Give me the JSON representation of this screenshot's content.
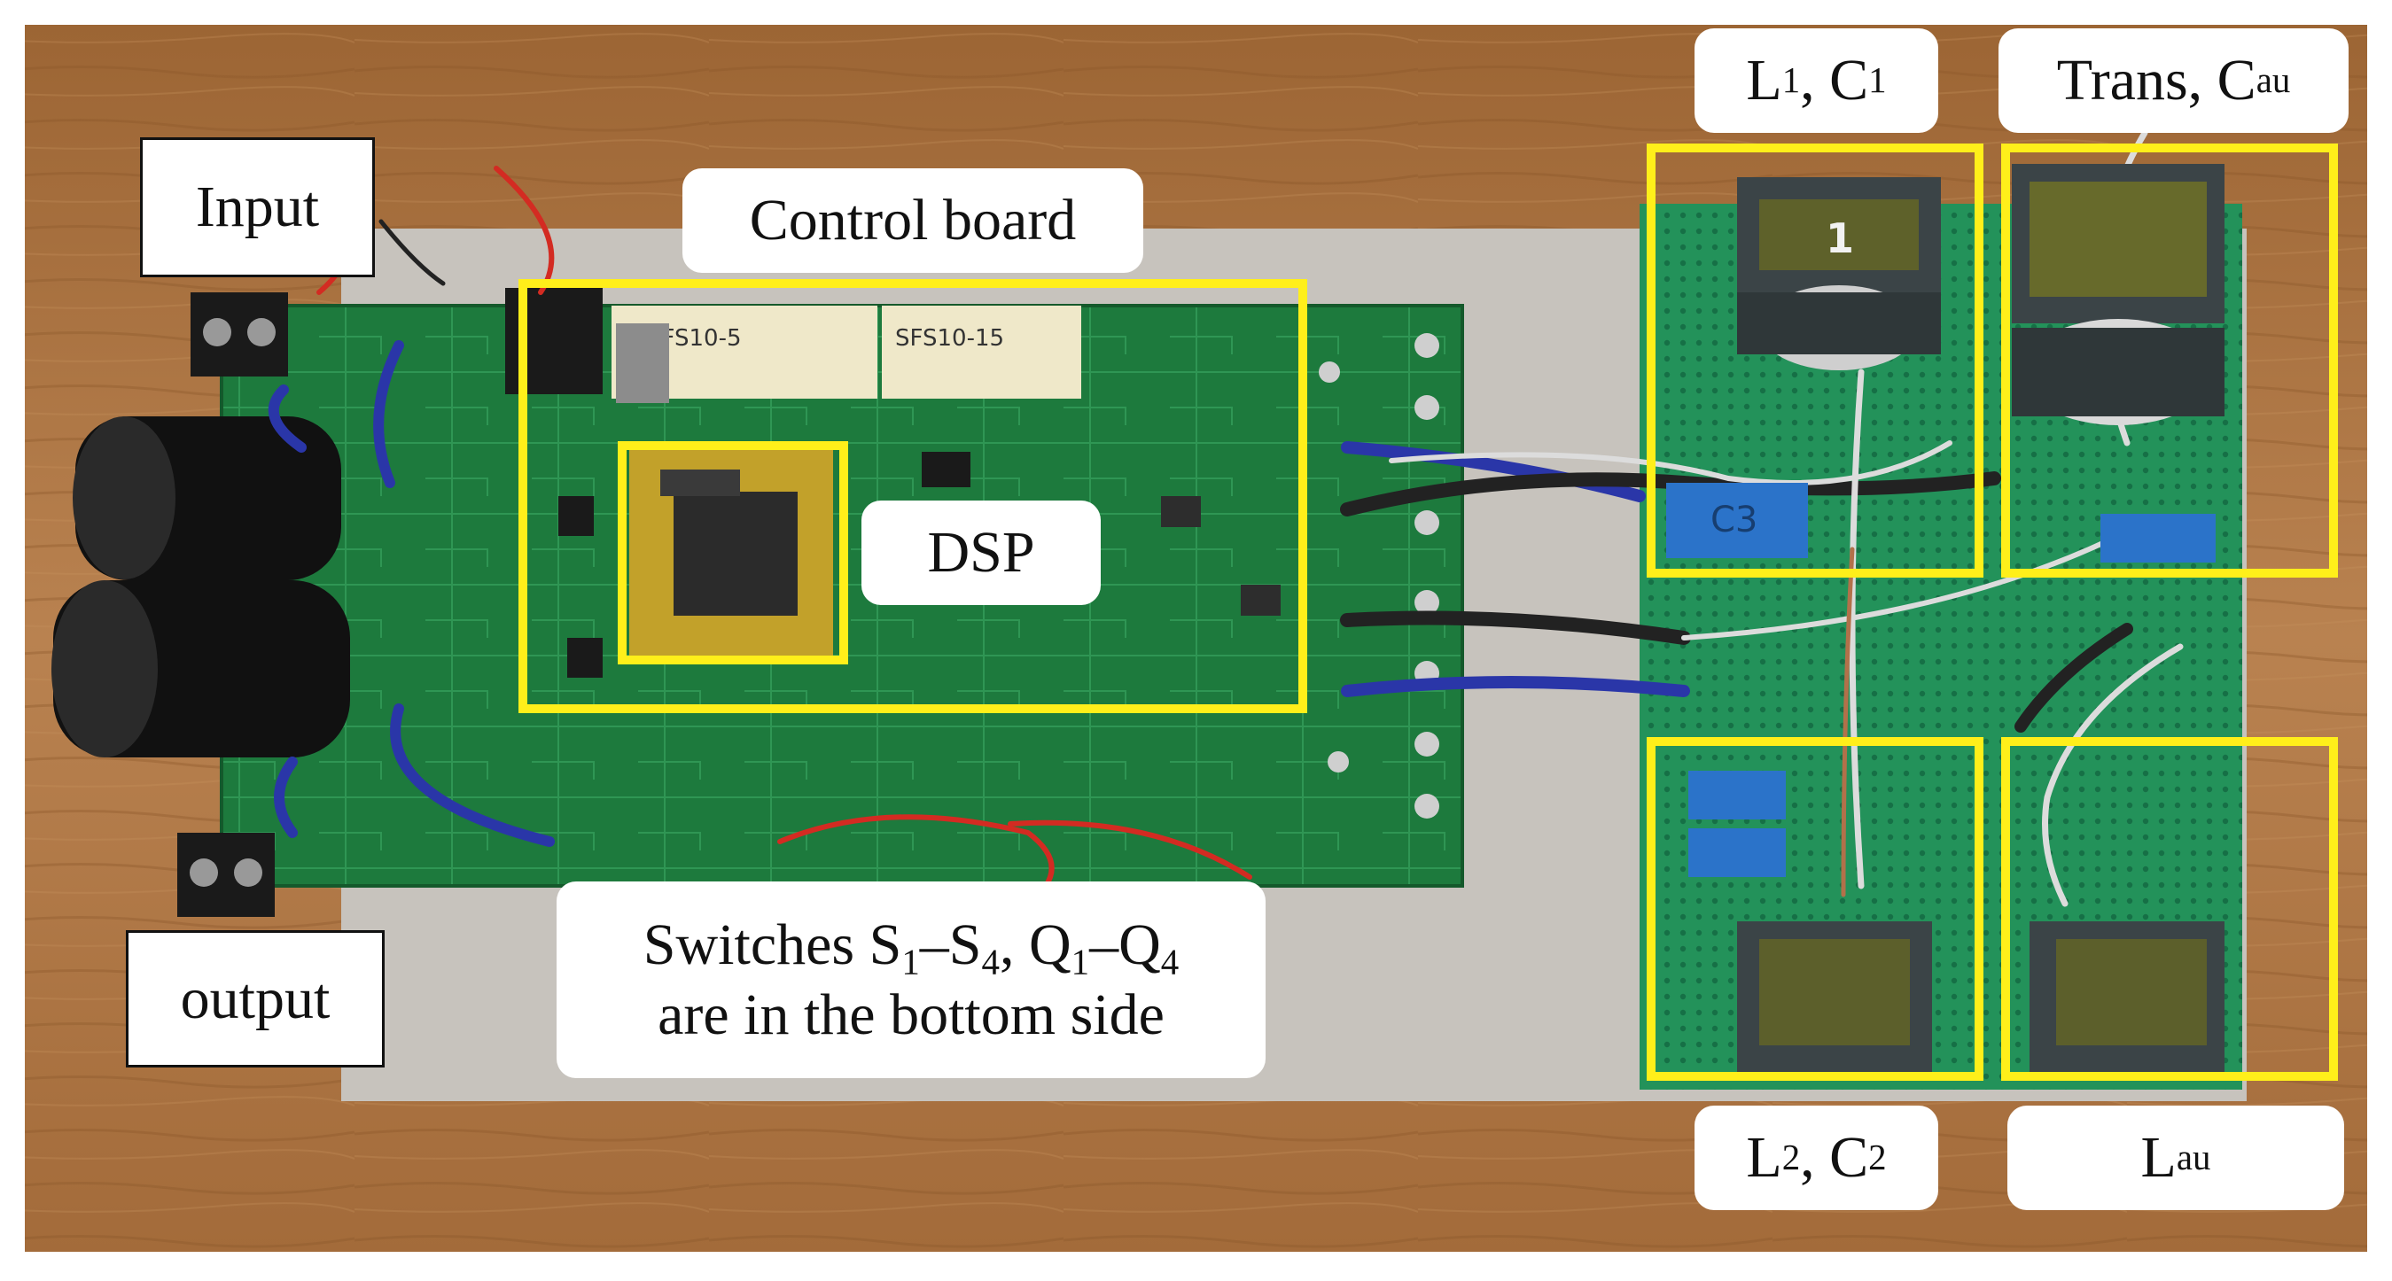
{
  "labels": {
    "input": "Input",
    "output": "output",
    "control_board": "Control board",
    "dsp": "DSP",
    "switches_line1_pre": "Switches S",
    "switches_sub1": "1",
    "switches_sep": "–S",
    "switches_sub2": "4",
    "switches_comma": ", Q",
    "switches_sub3": "1",
    "switches_sep2": "–Q",
    "switches_sub4": "4",
    "switches_line2": "are in the bottom side",
    "l1c1_a": "L",
    "l1c1_sub1": "1",
    "l1c1_b": ", C",
    "l1c1_sub2": "1",
    "trans_a": "Trans, C",
    "trans_sub": "au",
    "l2c2_a": "L",
    "l2c2_sub1": "2",
    "l2c2_b": ", C",
    "l2c2_sub2": "2",
    "lau_a": "L",
    "lau_sub": "au"
  },
  "board_text": {
    "module1": "SFS10-5",
    "module2": "SFS10-15",
    "inductor_mark": "1",
    "cap_mark": "C3"
  },
  "colors": {
    "highlight": "#ffef1a",
    "pcb": "#1f7a3c",
    "wood": "#b07a45"
  }
}
